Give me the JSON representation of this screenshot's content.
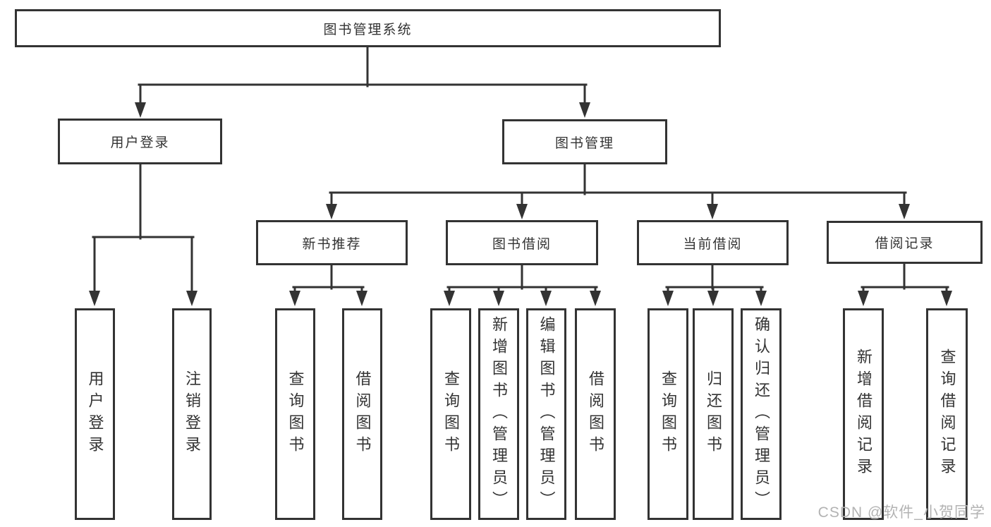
{
  "tree": {
    "title": "图书管理系统",
    "children": [
      {
        "label": "用户登录",
        "children": [
          {
            "label": "用户登录"
          },
          {
            "label": "注销登录"
          }
        ]
      },
      {
        "label": "图书管理",
        "children": [
          {
            "label": "新书推荐",
            "children": [
              {
                "label": "查询图书"
              },
              {
                "label": "借阅图书"
              }
            ]
          },
          {
            "label": "图书借阅",
            "children": [
              {
                "label": "查询图书"
              },
              {
                "label": "新增图书（管理员）"
              },
              {
                "label": "编辑图书（管理员）"
              },
              {
                "label": "借阅图书"
              }
            ]
          },
          {
            "label": "当前借阅",
            "children": [
              {
                "label": "查询图书"
              },
              {
                "label": "归还图书"
              },
              {
                "label": "确认归还（管理员）"
              }
            ]
          },
          {
            "label": "借阅记录",
            "children": [
              {
                "label": "新增借阅记录"
              },
              {
                "label": "查询借阅记录"
              }
            ]
          }
        ]
      }
    ]
  },
  "watermark": "CSDN @软件_小贺同学",
  "colors": {
    "line": "#333333",
    "text": "#333333",
    "watermark": "#b3b3b3",
    "background": "#ffffff"
  }
}
